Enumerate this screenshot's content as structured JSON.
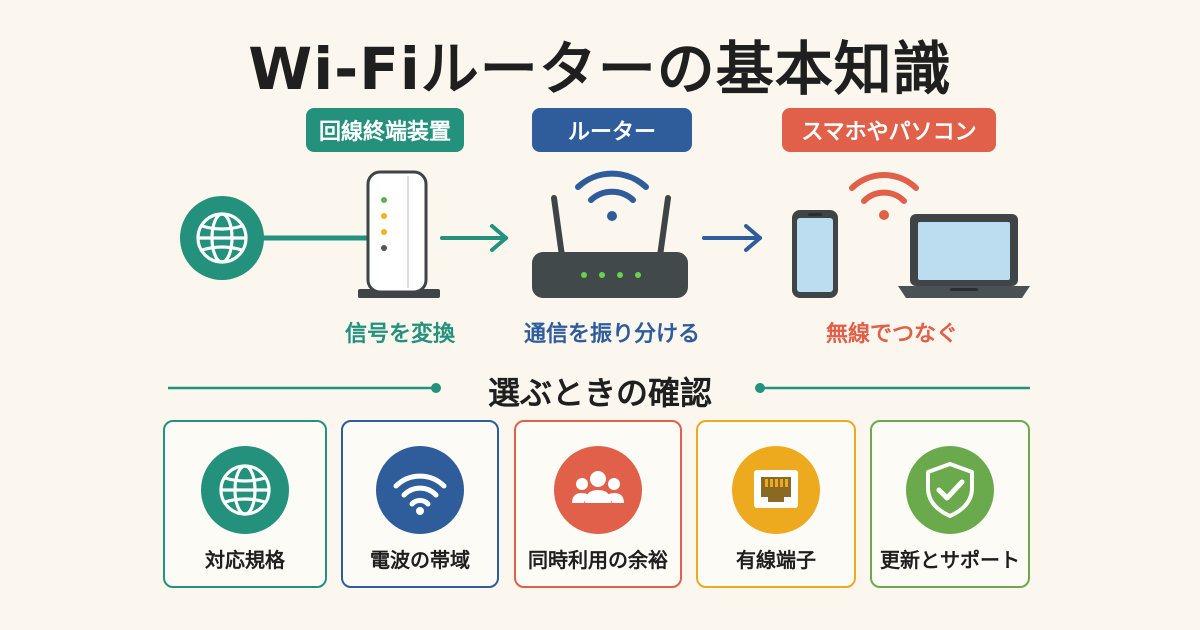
{
  "title": "Wi-Fiルーターの基本知識",
  "flow": {
    "onu": {
      "label": "回線終端装置",
      "caption": "信号を変換",
      "color": "#23917c"
    },
    "router": {
      "label": "ルーター",
      "caption": "通信を振り分ける",
      "color": "#2f5d9b"
    },
    "devices": {
      "label": "スマホやパソコン",
      "caption": "無線でつなぐ",
      "color": "#e1604a"
    }
  },
  "checklist": {
    "title": "選ぶときの確認",
    "items": [
      {
        "label": "対応規格",
        "icon": "globe-icon",
        "color": "#23917c"
      },
      {
        "label": "電波の帯域",
        "icon": "wifi-icon",
        "color": "#2f5d9b"
      },
      {
        "label": "同時利用の余裕",
        "icon": "users-icon",
        "color": "#e1604a"
      },
      {
        "label": "有線端子",
        "icon": "ethernet-port-icon",
        "color": "#eeaa1e"
      },
      {
        "label": "更新とサポート",
        "icon": "shield-check-icon",
        "color": "#6aaa4c"
      }
    ]
  }
}
